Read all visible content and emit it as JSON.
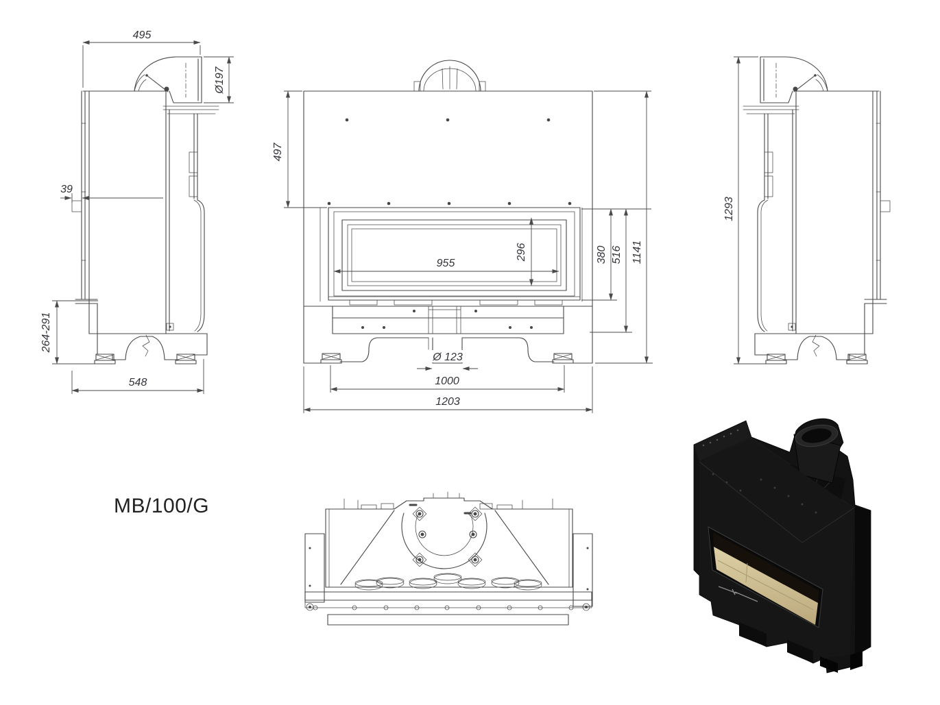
{
  "page": {
    "background": "#ffffff"
  },
  "drawing": {
    "model_label": "MB/100/G",
    "line_color": "#474747",
    "dim_text_color": "#33333a",
    "dims": {
      "side_left": {
        "top_width": "495",
        "flue_diameter": "Ø197",
        "rear_offset": "39",
        "plinth_height": "264-291",
        "depth": "548"
      },
      "front": {
        "hood_height": "497",
        "glass_width": "955",
        "glass_height": "296",
        "door_height": "380",
        "front_height": "516",
        "total_height": "1141",
        "ash_opening": "Ø 123",
        "base_width": "1000",
        "total_width": "1203"
      },
      "side_right": {
        "total_height": "1293"
      }
    },
    "render": {
      "body_color": "#131313",
      "glass_color": "#cdbc92"
    }
  }
}
